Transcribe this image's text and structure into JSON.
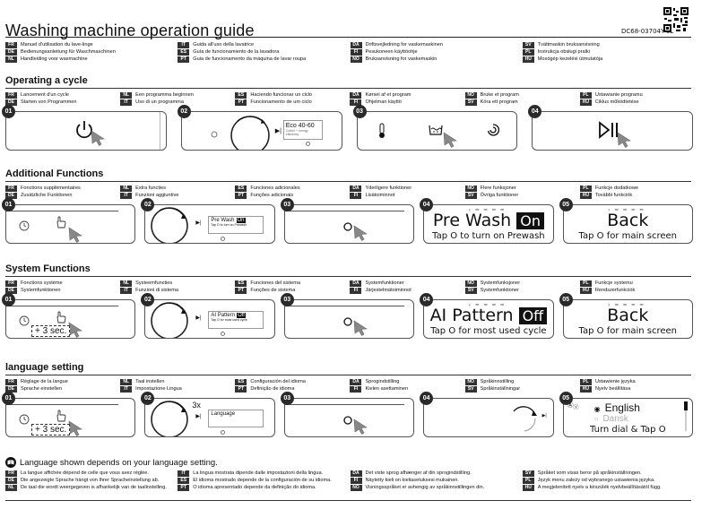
{
  "header": {
    "title": "Washing machine operation guide",
    "doc_code": "DC68-03704Y-02"
  },
  "intro_langs": [
    [
      {
        "code": "FR",
        "text": "Manuel d'utilisation du lave-linge"
      },
      {
        "code": "DE",
        "text": "Bedienungsanleitung für Waschmaschinen"
      },
      {
        "code": "NL",
        "text": "Handleiding voor wasmachine"
      }
    ],
    [
      {
        "code": "IT",
        "text": "Guida all'uso della lavatrice"
      },
      {
        "code": "ES",
        "text": "Guía de funcionamiento de la lavadora"
      },
      {
        "code": "PT",
        "text": "Guia de funcionamento da máquina de lavar roupa"
      }
    ],
    [
      {
        "code": "DA",
        "text": "Driftsvejledning for vaskemaskinen"
      },
      {
        "code": "FI",
        "text": "Pesukoneen käyttöohje"
      },
      {
        "code": "NO",
        "text": "Bruksanvisning for vaskemaskin"
      }
    ],
    [
      {
        "code": "SV",
        "text": "Tvättmaskin bruksanvisning"
      },
      {
        "code": "PL",
        "text": "Instrukcja obsługi pralki"
      },
      {
        "code": "HU",
        "text": "Mosógép kezelési útmutatója"
      }
    ]
  ],
  "sections": [
    {
      "title": "Operating a cycle",
      "langs": [
        [
          {
            "code": "FR",
            "text": "Lancement d'un cycle"
          },
          {
            "code": "DE",
            "text": "Starten von Programmen"
          }
        ],
        [
          {
            "code": "NL",
            "text": "Een programma beginnen"
          },
          {
            "code": "IT",
            "text": "Uso di un programma"
          }
        ],
        [
          {
            "code": "ES",
            "text": "Haciendo funcionar un ciclo"
          },
          {
            "code": "PT",
            "text": "Funcionamento de um ciclo"
          }
        ],
        [
          {
            "code": "DA",
            "text": "Kørsel af et program"
          },
          {
            "code": "FI",
            "text": "Ohjelman käyttö"
          }
        ],
        [
          {
            "code": "NO",
            "text": "Bruke et program"
          },
          {
            "code": "SV",
            "text": "Köra ett program"
          }
        ],
        [
          {
            "code": "PL",
            "text": "Ustawianie programu"
          },
          {
            "code": "HU",
            "text": "Ciklus működtetése"
          }
        ]
      ],
      "steps": [
        "01",
        "02",
        "03",
        "04"
      ],
      "eco_label": "Eco 40-60",
      "eco_sub": "Cotton + energy efficiency"
    },
    {
      "title": "Additional Functions",
      "langs": [
        [
          {
            "code": "FR",
            "text": "Fonctions supplémentaires"
          },
          {
            "code": "DE",
            "text": "Zusätzliche Funktionen"
          }
        ],
        [
          {
            "code": "NL",
            "text": "Extra functies"
          },
          {
            "code": "IT",
            "text": "Funzioni aggiuntive"
          }
        ],
        [
          {
            "code": "ES",
            "text": "Funciones adicionales"
          },
          {
            "code": "PT",
            "text": "Funções adicionais"
          }
        ],
        [
          {
            "code": "DA",
            "text": "Yderligere funktioner"
          },
          {
            "code": "FI",
            "text": "Lisätoiminnot"
          }
        ],
        [
          {
            "code": "NO",
            "text": "Flere funksjoner"
          },
          {
            "code": "SV",
            "text": "Övriga funktioner"
          }
        ],
        [
          {
            "code": "PL",
            "text": "Funkcje dodatkowe"
          },
          {
            "code": "HU",
            "text": "További funkciók"
          }
        ]
      ],
      "steps": [
        "01",
        "02",
        "03",
        "04",
        "05"
      ],
      "mini_label": "Pre Wash",
      "mini_badge": "On",
      "mini_sub": "Tap O to turn on Prewash",
      "display_main": "Pre Wash",
      "display_badge": "On",
      "display_sub": "Tap O to turn on Prewash",
      "back_main": "Back",
      "back_sub": "Tap O for main screen"
    },
    {
      "title": "System Functions",
      "langs": [
        [
          {
            "code": "FR",
            "text": "Fonctions système"
          },
          {
            "code": "DE",
            "text": "Systemfunktionen"
          }
        ],
        [
          {
            "code": "NL",
            "text": "Systeemfuncties"
          },
          {
            "code": "IT",
            "text": "Funzioni di sistema"
          }
        ],
        [
          {
            "code": "ES",
            "text": "Funciones del sistema"
          },
          {
            "code": "PT",
            "text": "Funções de sistema"
          }
        ],
        [
          {
            "code": "DA",
            "text": "Systemfunktioner"
          },
          {
            "code": "FI",
            "text": "Järjestelmätoiminnot"
          }
        ],
        [
          {
            "code": "NO",
            "text": "Systemfunksjoner"
          },
          {
            "code": "SV",
            "text": "Systemfunktioner"
          }
        ],
        [
          {
            "code": "PL",
            "text": "Funkcje systemu"
          },
          {
            "code": "HU",
            "text": "Rendszerfunkciók"
          }
        ]
      ],
      "steps": [
        "01",
        "02",
        "03",
        "04",
        "05"
      ],
      "hold_label": "+ 3 sec.",
      "mini_label": "AI Pattern",
      "mini_badge": "Off",
      "mini_sub": "Tap O for most used cycle",
      "display_main": "AI Pattern",
      "display_badge": "Off",
      "display_sub": "Tap O for most used cycle",
      "back_main": "Back",
      "back_sub": "Tap O for main screen"
    },
    {
      "title": "language setting",
      "langs": [
        [
          {
            "code": "FR",
            "text": "Réglage de la langue"
          },
          {
            "code": "DE",
            "text": "Sprache einstellen"
          }
        ],
        [
          {
            "code": "NL",
            "text": "Taal instellen"
          },
          {
            "code": "IT",
            "text": "Impostazione Lingua"
          }
        ],
        [
          {
            "code": "ES",
            "text": "Configuración del idioma"
          },
          {
            "code": "PT",
            "text": "Definição de idioma"
          }
        ],
        [
          {
            "code": "DA",
            "text": "Sprogindstilling"
          },
          {
            "code": "FI",
            "text": "Kielen asettaminen"
          }
        ],
        [
          {
            "code": "NO",
            "text": "Språkinnstilling"
          },
          {
            "code": "SV",
            "text": "Språkinställningar"
          }
        ],
        [
          {
            "code": "PL",
            "text": "Ustawienie języka"
          },
          {
            "code": "HU",
            "text": "Nyelv beállítása"
          }
        ]
      ],
      "steps": [
        "01",
        "02",
        "03",
        "04",
        "05"
      ],
      "hold_label": "+ 3 sec.",
      "turn_label": "3x",
      "mini_label": "Language",
      "opt_selected": "English",
      "opt_other": "Dansk",
      "display_sub": "Turn dial & Tap O"
    }
  ],
  "footer": {
    "note": "Language shown depends on your language setting.",
    "langs": [
      [
        {
          "code": "FR",
          "text": "La langue affichée dépend de celle que vous avez réglée."
        },
        {
          "code": "DE",
          "text": "Die angezeigte Sprache hängt von Ihrer Spracheinstellung ab."
        },
        {
          "code": "NL",
          "text": "De taal die wordt weergegeven is afhankelijk van de taalinstelling."
        }
      ],
      [
        {
          "code": "IT",
          "text": "La lingua mostrata dipende dalle impostazioni della lingua."
        },
        {
          "code": "ES",
          "text": "El idioma mostrado depende de la configuración de su idioma."
        },
        {
          "code": "PT",
          "text": "O idioma apresentado depende da definição do idioma."
        }
      ],
      [
        {
          "code": "DA",
          "text": "Det viste sprog afhænger af din sprogindstilling."
        },
        {
          "code": "FI",
          "text": "Näytetty kieli on kieliasetuksesi mukainen."
        },
        {
          "code": "NO",
          "text": "Visningsspråket er avhengig av språkinnstillingen din."
        }
      ],
      [
        {
          "code": "SV",
          "text": "Språket som visas beror på språkinställningen."
        },
        {
          "code": "PL",
          "text": "Język menu zależy od wybranego ustawienia języka."
        },
        {
          "code": "HU",
          "text": "A megjelenített nyelv a készülék nyelvbeállításától függ."
        }
      ]
    ]
  }
}
